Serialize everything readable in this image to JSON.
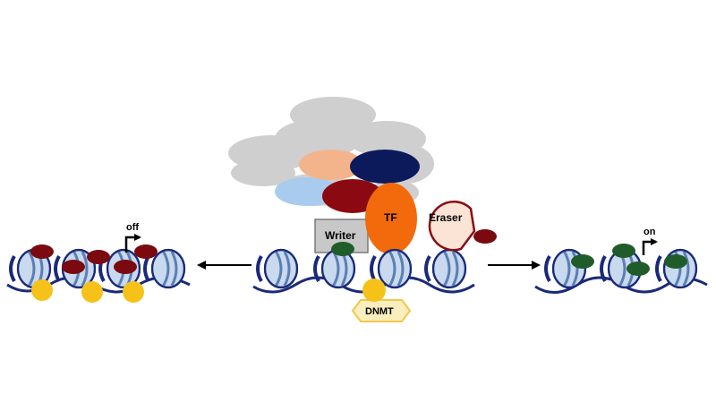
{
  "labels": {
    "writer": "Writer",
    "tf": "TF",
    "eraser": "Eraser",
    "dnmt": "DNMT",
    "off": "off",
    "on": "on"
  },
  "colors": {
    "dna_strand": "#1a2a7a",
    "nucleosome_fill": "#c9d9ee",
    "nucleosome_band": "#5a7fb5",
    "mark_repressive": "#7a0a10",
    "mark_active": "#1f5c2a",
    "methyl": "#f6c21a",
    "tf": "#f26a0c",
    "writer_box": "#c8c8c8",
    "eraser_fill": "#fbe3d6",
    "eraser_border": "#8a0d14",
    "dnmt_fill": "#fbeebe",
    "dnmt_border": "#f0c84a",
    "complex_gray": "#cfcfcf",
    "complex_peach": "#f3b48b",
    "complex_navy": "#0c1a5c",
    "complex_lightblue": "#a9cbee",
    "complex_red": "#8b0a12"
  }
}
